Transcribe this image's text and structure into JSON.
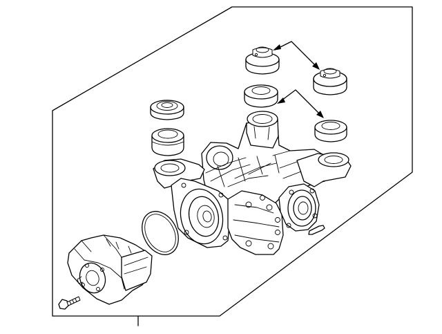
{
  "diagram": {
    "kind": "exploded parts diagram",
    "line_color": "#000000",
    "background": "#ffffff",
    "parts": [
      {
        "name": "differential-housing"
      },
      {
        "name": "differential-cover"
      },
      {
        "name": "cover-o-ring-seal"
      },
      {
        "name": "cover-bolt"
      },
      {
        "name": "breather-tube"
      },
      {
        "name": "mount-bushing-upper-left"
      },
      {
        "name": "mount-bushing-lower-left"
      },
      {
        "name": "mount-bushing-top-center"
      },
      {
        "name": "mount-bushing-mid-center"
      },
      {
        "name": "mount-bushing-top-right"
      },
      {
        "name": "mount-bushing-mid-right"
      }
    ],
    "callouts": [
      {
        "from": "mount-bushing-top-center",
        "to": "mount-bushing-top-right"
      },
      {
        "from": "mount-bushing-mid-center",
        "to": "mount-bushing-mid-right"
      }
    ]
  }
}
